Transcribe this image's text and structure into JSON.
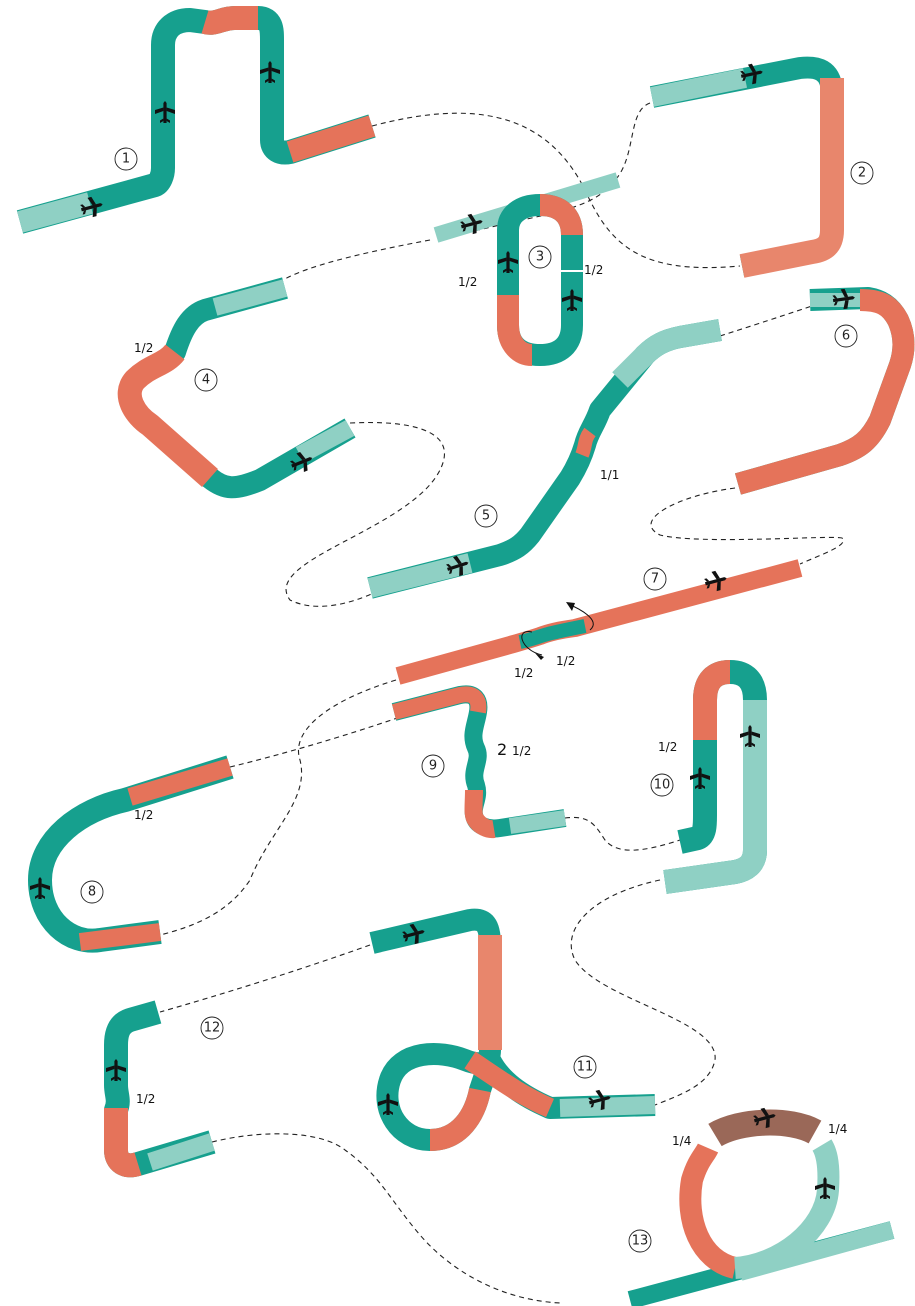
{
  "colors": {
    "teal_dark": "#0f9c8a",
    "teal_light": "#8fd0c4",
    "salmon": "#e5735a",
    "salmon_light": "#f0a48a",
    "brown": "#9a6858",
    "ink": "#111111"
  },
  "icons": [
    "airplane-icon",
    "rotation-arrow-icon"
  ],
  "figures": [
    {
      "number": "1"
    },
    {
      "number": "2"
    },
    {
      "number": "3",
      "twists": [
        "1/2",
        "1/2"
      ]
    },
    {
      "number": "4",
      "twists": [
        "1/2"
      ]
    },
    {
      "number": "5",
      "twists": [
        "1/1"
      ]
    },
    {
      "number": "6"
    },
    {
      "number": "7",
      "twists": [
        "1/2",
        "1/2"
      ]
    },
    {
      "number": "8",
      "twists": [
        "1/2"
      ]
    },
    {
      "number": "9",
      "twists": [
        "2 1/2"
      ]
    },
    {
      "number": "10",
      "twists": [
        "1/2"
      ]
    },
    {
      "number": "11"
    },
    {
      "number": "12",
      "twists": [
        "1/2"
      ]
    },
    {
      "number": "13",
      "twists": [
        "1/4",
        "1/4"
      ]
    }
  ],
  "labels": {
    "n1": "1",
    "n2": "2",
    "n3": "3",
    "n4": "4",
    "n5": "5",
    "n6": "6",
    "n7": "7",
    "n8": "8",
    "n9": "9",
    "n10": "10",
    "n11": "11",
    "n12": "12",
    "n13": "13",
    "half_whole": "1",
    "half_num": "1",
    "half_den": "2",
    "quarter_num": "1",
    "quarter_den": "4",
    "whole_den": "1",
    "two": "2"
  }
}
